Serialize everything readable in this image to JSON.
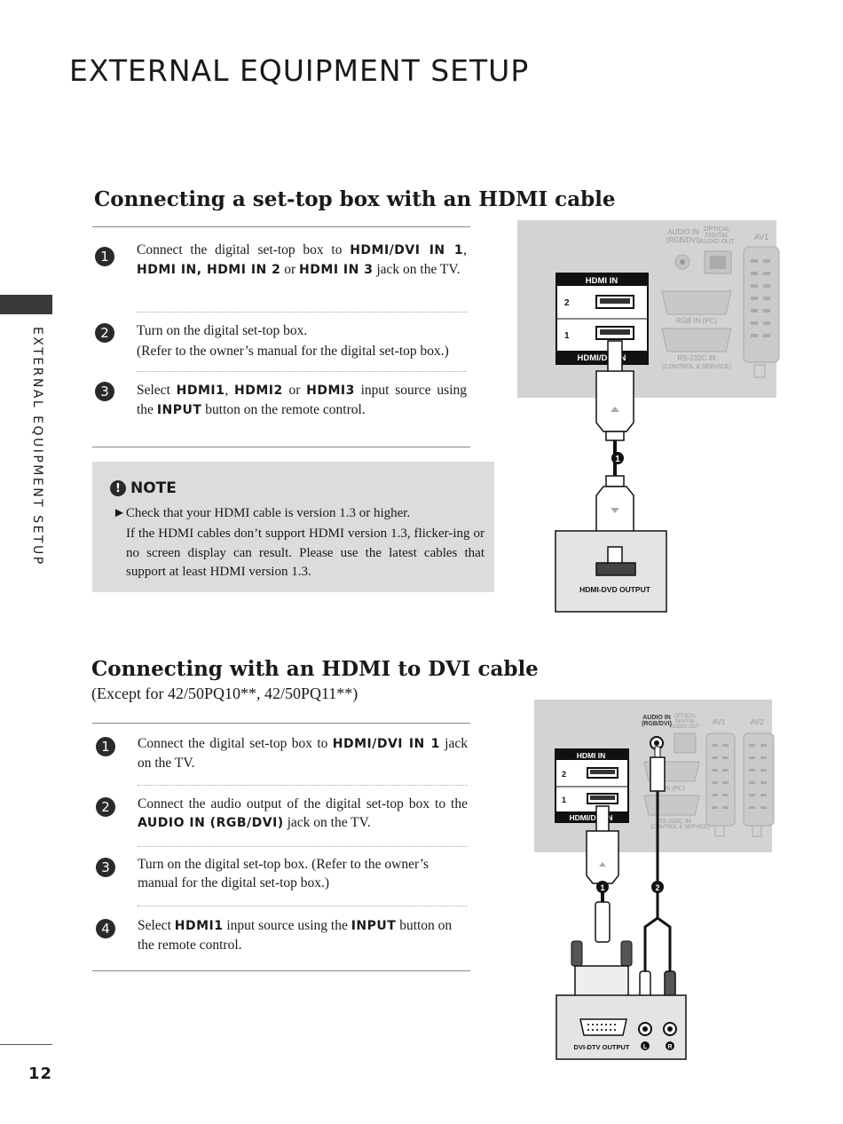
{
  "page_title": "EXTERNAL EQUIPMENT SETUP",
  "side_label": "EXTERNAL EQUIPMENT SETUP",
  "page_number": "12",
  "section1": {
    "heading": "Connecting a set-top box with an HDMI cable",
    "steps": [
      {
        "num": "1",
        "parts": [
          "Connect the digital set-top box to ",
          "HDMI/DVI IN 1",
          ", ",
          "HDMI IN, HDMI IN 2",
          " or ",
          "HDMI IN 3",
          " jack on the TV."
        ]
      },
      {
        "num": "2",
        "line1": "Turn on the digital set-top box.",
        "line2": "(Refer to the owner’s manual for the digital set-top box.)"
      },
      {
        "num": "3",
        "parts": [
          "Select ",
          "HDMI1",
          ", ",
          "HDMI2",
          " or ",
          "HDMI3",
          " input source using the ",
          "INPUT",
          " button on the remote control."
        ]
      }
    ],
    "note": {
      "icon": "!",
      "title": "NOTE",
      "line1": "►Check that your HDMI cable is version 1.3 or higher.",
      "line2": "If the HDMI cables don’t support HDMI version 1.3, flicker-ing or no screen display can result. Please use the latest cables that support at least HDMI version 1.3."
    },
    "diagram": {
      "audio_in": "AUDIO IN",
      "audio_in2": "(RGB/DVI)",
      "optical": "OPTICAL",
      "digital": "DIGITAL",
      "audio_out": "AUDIO OUT",
      "av1": "AV1",
      "hdmi_in": "HDMI IN",
      "port2": "2",
      "port1": "1",
      "hdmi_dvi_in": "HDMI/DVI IN",
      "rgb_in": "RGB IN (PC)",
      "rs232": "RS-232C IN",
      "rs232_sub": "(CONTROL & SERVICE)",
      "marker": "1",
      "device_label": "HDMI-DVD OUTPUT"
    }
  },
  "section2": {
    "heading": "Connecting with an HDMI to DVI cable",
    "subheading": "(Except for 42/50PQ10**, 42/50PQ11**)",
    "steps": [
      {
        "num": "1",
        "parts": [
          "Connect the digital set-top box to ",
          "HDMI/DVI IN 1",
          " jack on the TV."
        ]
      },
      {
        "num": "2",
        "parts": [
          "Connect the audio output of the digital set-top box to the ",
          "AUDIO IN (RGB/DVI)",
          " jack on the TV."
        ]
      },
      {
        "num": "3",
        "text": "Turn on the digital set-top box. (Refer to the owner’s manual for the digital set-top box.)"
      },
      {
        "num": "4",
        "parts": [
          "Select ",
          "HDMI1",
          "  input source using the ",
          "INPUT",
          " button on the remote control."
        ]
      }
    ],
    "diagram": {
      "audio_in": "AUDIO IN",
      "audio_in2": "(RGB/DVI)",
      "optical": "OPTICAL",
      "digital": "DIGITAL",
      "audio_out": "AUDIO OUT",
      "av1": "AV1",
      "av2": "AV2",
      "hdmi_in": "HDMI IN",
      "port2": "2",
      "port1": "1",
      "hdmi_dvi_in": "HDMI/DVI IN",
      "rgb_in": "IN (PC)",
      "rs232": "RS-232C IN",
      "rs232_sub": "(CONTROL & SERVICE)",
      "marker1": "1",
      "marker2": "2",
      "device_label": "DVI-DTV OUTPUT",
      "left": "L",
      "right": "R"
    }
  }
}
